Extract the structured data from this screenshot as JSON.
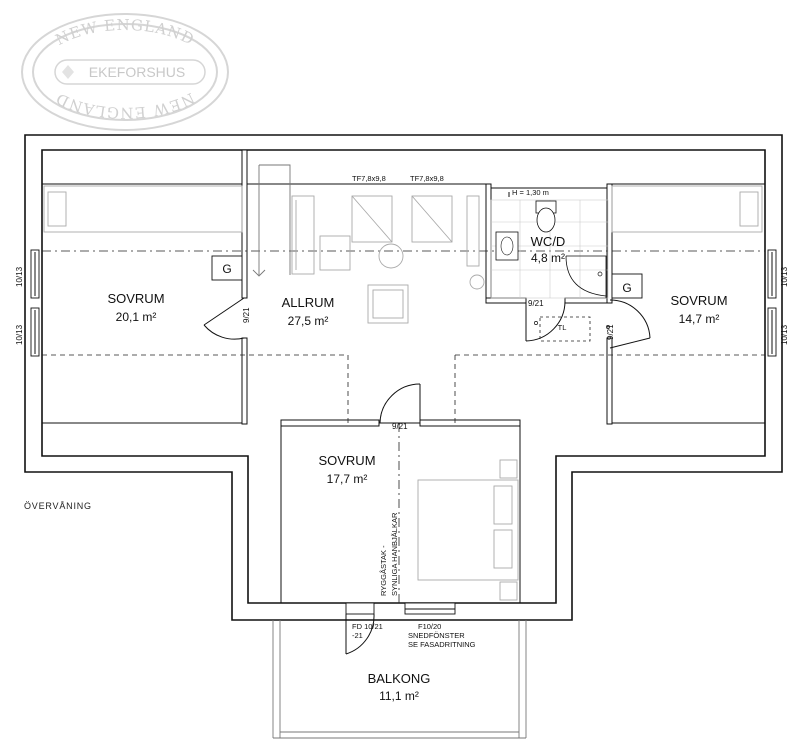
{
  "logo": {
    "top_text": "NEW ENGLAND",
    "middle_text": "EKEFORSHUS",
    "bottom_text": "NEW ENGLAND"
  },
  "floor_label": "ÖVERVÅNING",
  "rooms": {
    "sovrum_left": {
      "name": "SOVRUM",
      "area": "20,1 m²"
    },
    "allrum": {
      "name": "ALLRUM",
      "area": "27,5 m²"
    },
    "wcd": {
      "name": "WC/D",
      "area": "4,8 m²"
    },
    "sovrum_right": {
      "name": "SOVRUM",
      "area": "14,7 m²"
    },
    "sovrum_center": {
      "name": "SOVRUM",
      "area": "17,7 m²"
    },
    "balkong": {
      "name": "BALKONG",
      "area": "11,1 m²"
    }
  },
  "labels": {
    "skylight_1": "TF7,8x9,8",
    "skylight_2": "TF7,8x9,8",
    "height": "H = 1,30 m",
    "door_left": "9/21",
    "door_wc": "9/21",
    "door_right": "9/21",
    "door_center": "9/21",
    "tl": "TL",
    "g_left": "G",
    "g_right": "G",
    "window_left_top": "10/13",
    "window_left_bottom": "10/13",
    "window_right_top": "10/13",
    "window_right_bottom": "10/13",
    "ridge_1": "RYGGÅSTAK -",
    "ridge_2": "SYNLIGA HANBJÄLKAR",
    "fd_1": "FD 10/21",
    "fd_2": "-21",
    "f_1": "F10/20",
    "f_2": "SNEDFÖNSTER",
    "f_3": "SE FASADRITNING"
  }
}
